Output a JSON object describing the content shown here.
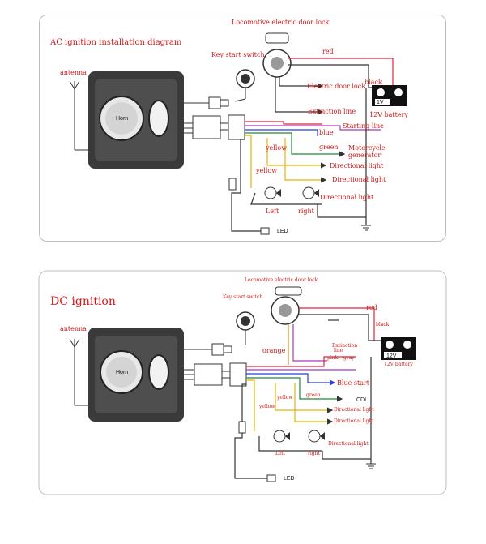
{
  "ac": {
    "title": "AC ignition installation diagram",
    "lock_title": "Locomotive electric door lock",
    "key_switch": "Key start switch",
    "antenna": "antenna",
    "horn": "Horn",
    "red": "red",
    "black": "black",
    "battery_v": "1V",
    "battery": "12V battery",
    "electric_door_lock": "Electric door lock",
    "extinction_line": "Extinction line",
    "starting_line": "Starting line",
    "blue": "blue",
    "green": "green",
    "motorcycle_generator_1": "Motorcycle",
    "motorcycle_generator_2": "generator",
    "yellow_1": "yellow",
    "yellow_2": "yellow",
    "directional_light_1": "Directional light",
    "directional_light_2": "Directional light",
    "directional_light_3": "Directional light",
    "left": "Left",
    "right": "right",
    "led": "LED"
  },
  "dc": {
    "title": "DC ignition",
    "lock_title": "Locomotive electric door lock",
    "key_switch": "Key start switch",
    "antenna": "antenna",
    "horn": "Horn",
    "red": "red",
    "black": "black",
    "battery": "12V battery",
    "battery_v": "12V",
    "extinction_1": "Extinction",
    "extinction_2": "line",
    "orange": "orange",
    "pink": "pink",
    "gray": "gray",
    "blue_start": "Blue start",
    "green": "green",
    "cdi": "CDI",
    "yellow_1": "yellow",
    "yellow_2": "yellow",
    "directional_light_1": "Directional light",
    "directional_light_2": "Directional light",
    "directional_light_3": "Directional light",
    "left": "Left",
    "right": "right",
    "led": "LED"
  },
  "colors": {
    "label_red": "#d11a1a",
    "wire_red": "#e0243a",
    "wire_blue": "#2a3fd6",
    "wire_green": "#1f8a3a",
    "wire_yellow": "#e8b400",
    "wire_purple": "#a33bb8",
    "wire_orange": "#e0892a",
    "unit_dark": "#3a3a3a"
  }
}
